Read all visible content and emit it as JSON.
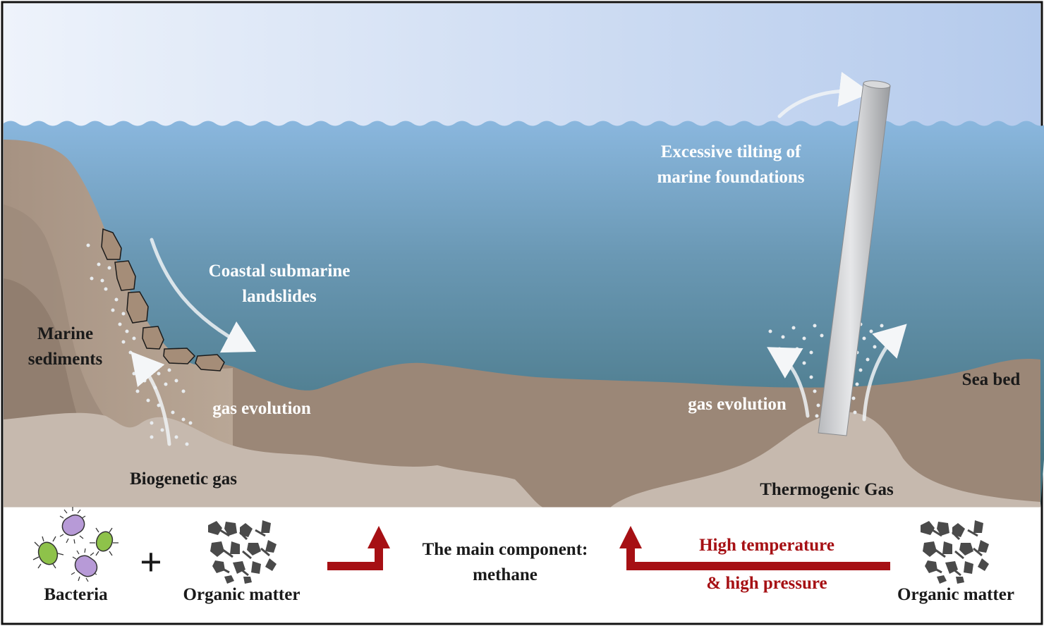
{
  "labels": {
    "marine_sediments": [
      "Marine",
      "sediments"
    ],
    "coastal_landslides": [
      "Coastal submarine",
      "landslides"
    ],
    "tilting": [
      "Excessive tilting of",
      "marine foundations"
    ],
    "gas_evolution_left": "gas evolution",
    "gas_evolution_right": "gas evolution",
    "biogenetic_gas": "Biogenetic gas",
    "thermogenic_gas": "Thermogenic Gas",
    "sea_bed": "Sea bed"
  },
  "legend": {
    "bacteria": "Bacteria",
    "plus": "+",
    "organic_matter_left": "Organic matter",
    "main_component": [
      "The main component:",
      "methane"
    ],
    "high_temperature": "High temperature",
    "high_pressure": "& high pressure",
    "organic_matter_right": "Organic matter"
  },
  "colors": {
    "sky_top": "#e6eef9",
    "sky_bottom": "#b7cdec",
    "water_top": "#86b2da",
    "water_bottom": "#3e6e7a",
    "sediment": "#9c8878",
    "sediment_light": "#c7b9ad",
    "cliff": "#b3a190",
    "arrow_red": "#a61014",
    "bacteria_green": "#8ec24a",
    "bacteria_purple": "#b79ad7",
    "organic": "#4a4a4a"
  }
}
